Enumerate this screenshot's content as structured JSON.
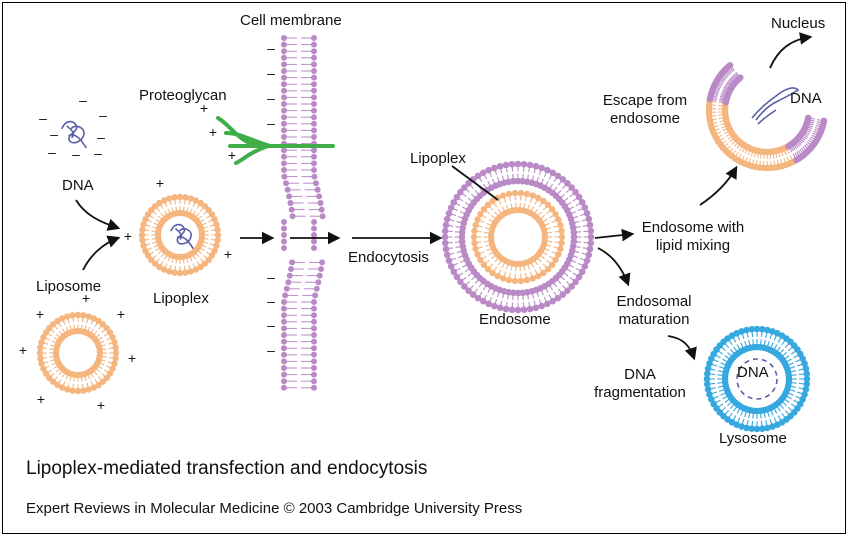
{
  "labels": {
    "cell_membrane": "Cell membrane",
    "proteoglycan": "Proteoglycan",
    "dna": "DNA",
    "liposome": "Liposome",
    "lipoplex": "Lipoplex",
    "endocytosis": "Endocytosis",
    "lipoplex_inner": "Lipoplex",
    "endosome": "Endosome",
    "endosome_lipid_mixing_1": "Endosome with",
    "endosome_lipid_mixing_2": "lipid mixing",
    "escape_1": "Escape from",
    "escape_2": "endosome",
    "escape_dna": "DNA",
    "nucleus": "Nucleus",
    "endosomal_maturation_1": "Endosomal",
    "endosomal_maturation_2": "maturation",
    "dna_fragmentation_1": "DNA",
    "dna_fragmentation_2": "fragmentation",
    "lysosome_dna": "DNA",
    "lysosome": "Lysosome"
  },
  "caption": "Lipoplex-mediated transfection and endocytosis",
  "credit": "Expert Reviews in Molecular Medicine © 2003 Cambridge University Press",
  "colors": {
    "liposome": "#f5b57e",
    "membrane": "#b98ac6",
    "proteoglycan": "#3fae49",
    "dna": "#5a5ea8",
    "lysosome": "#36a8e0",
    "line": "#111111"
  }
}
